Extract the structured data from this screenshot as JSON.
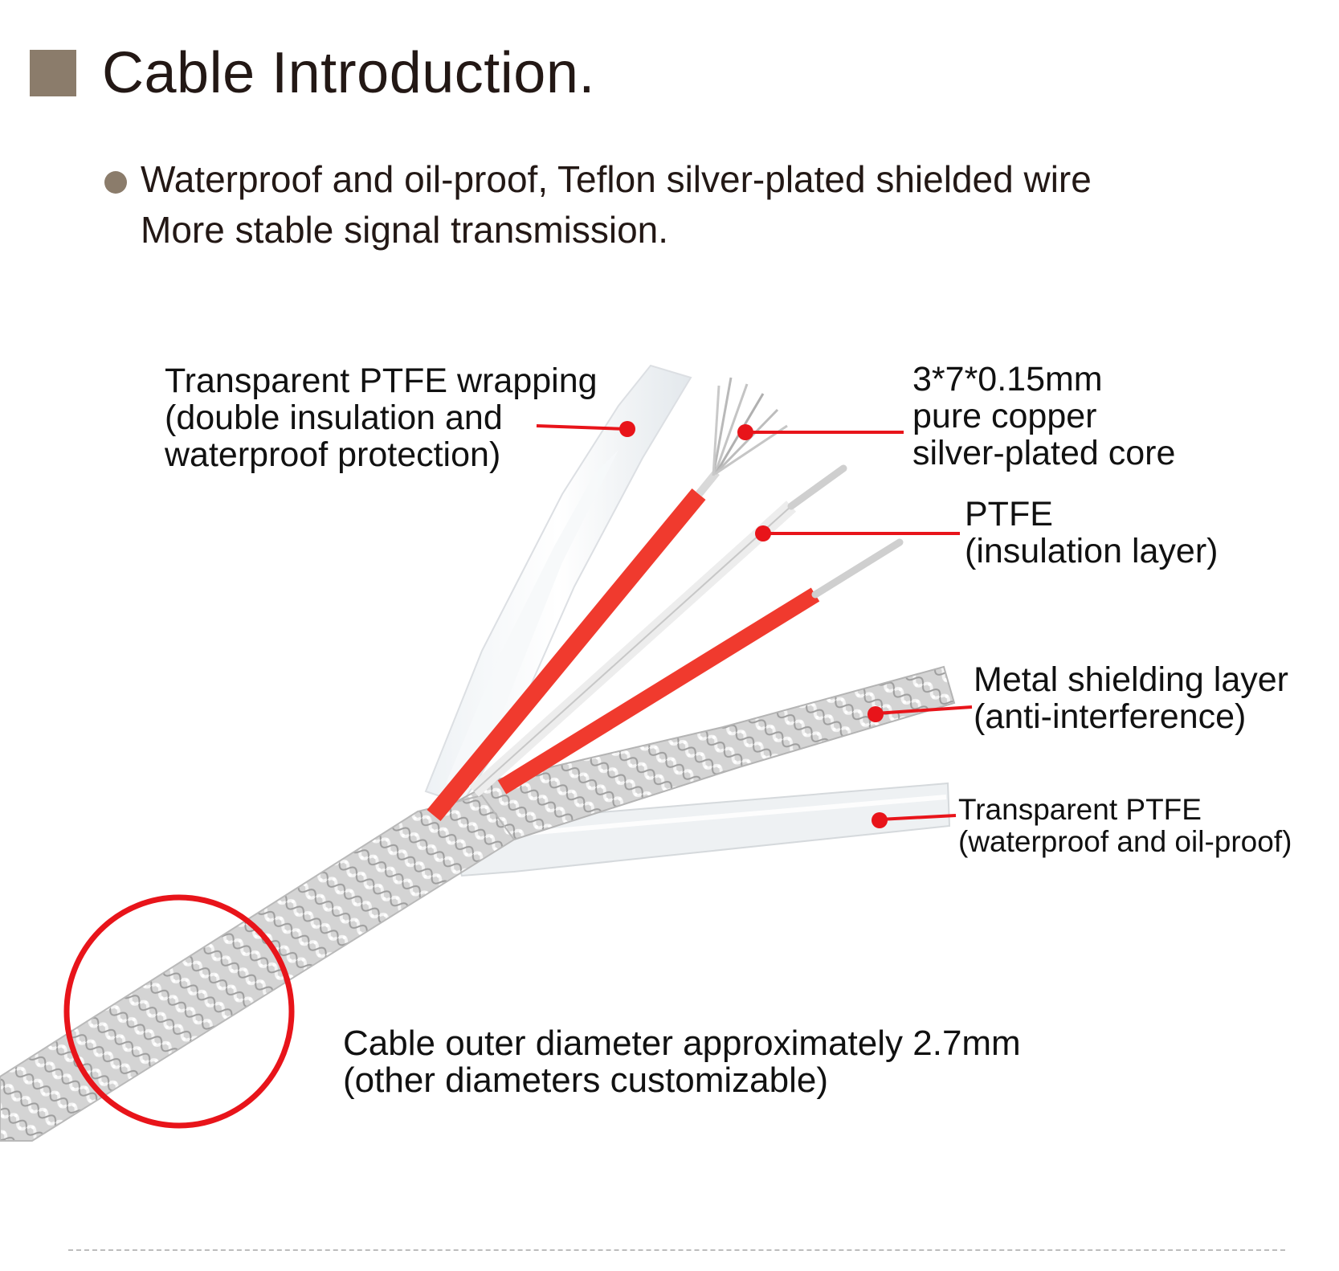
{
  "header": {
    "title": "Cable Introduction."
  },
  "intro": {
    "line1": "Waterproof and oil-proof, Teflon silver-plated shielded wire",
    "line2": "More stable signal transmission."
  },
  "diagram": {
    "callouts": {
      "wrapping": {
        "line1": "Transparent PTFE wrapping",
        "line2": "(double insulation and",
        "line3": "waterproof protection)"
      },
      "core": {
        "line1": "3*7*0.15mm",
        "line2": "pure copper",
        "line3": "silver-plated core"
      },
      "insulation": {
        "line1": "PTFE",
        "line2": "(insulation layer)"
      },
      "shielding": {
        "line1": "Metal shielding layer",
        "line2": "(anti-interference)"
      },
      "outer": {
        "line1": "Transparent PTFE",
        "line2": "(waterproof and oil-proof)"
      },
      "diameter": {
        "line1": "Cable outer diameter approximately 2.7mm",
        "line2": "(other diameters customizable)"
      }
    },
    "colors": {
      "accent_red": "#e8141a",
      "header_brown": "#8b7c6b",
      "wire_red": "#f03a2e",
      "silver": "#c9c9c9"
    }
  }
}
